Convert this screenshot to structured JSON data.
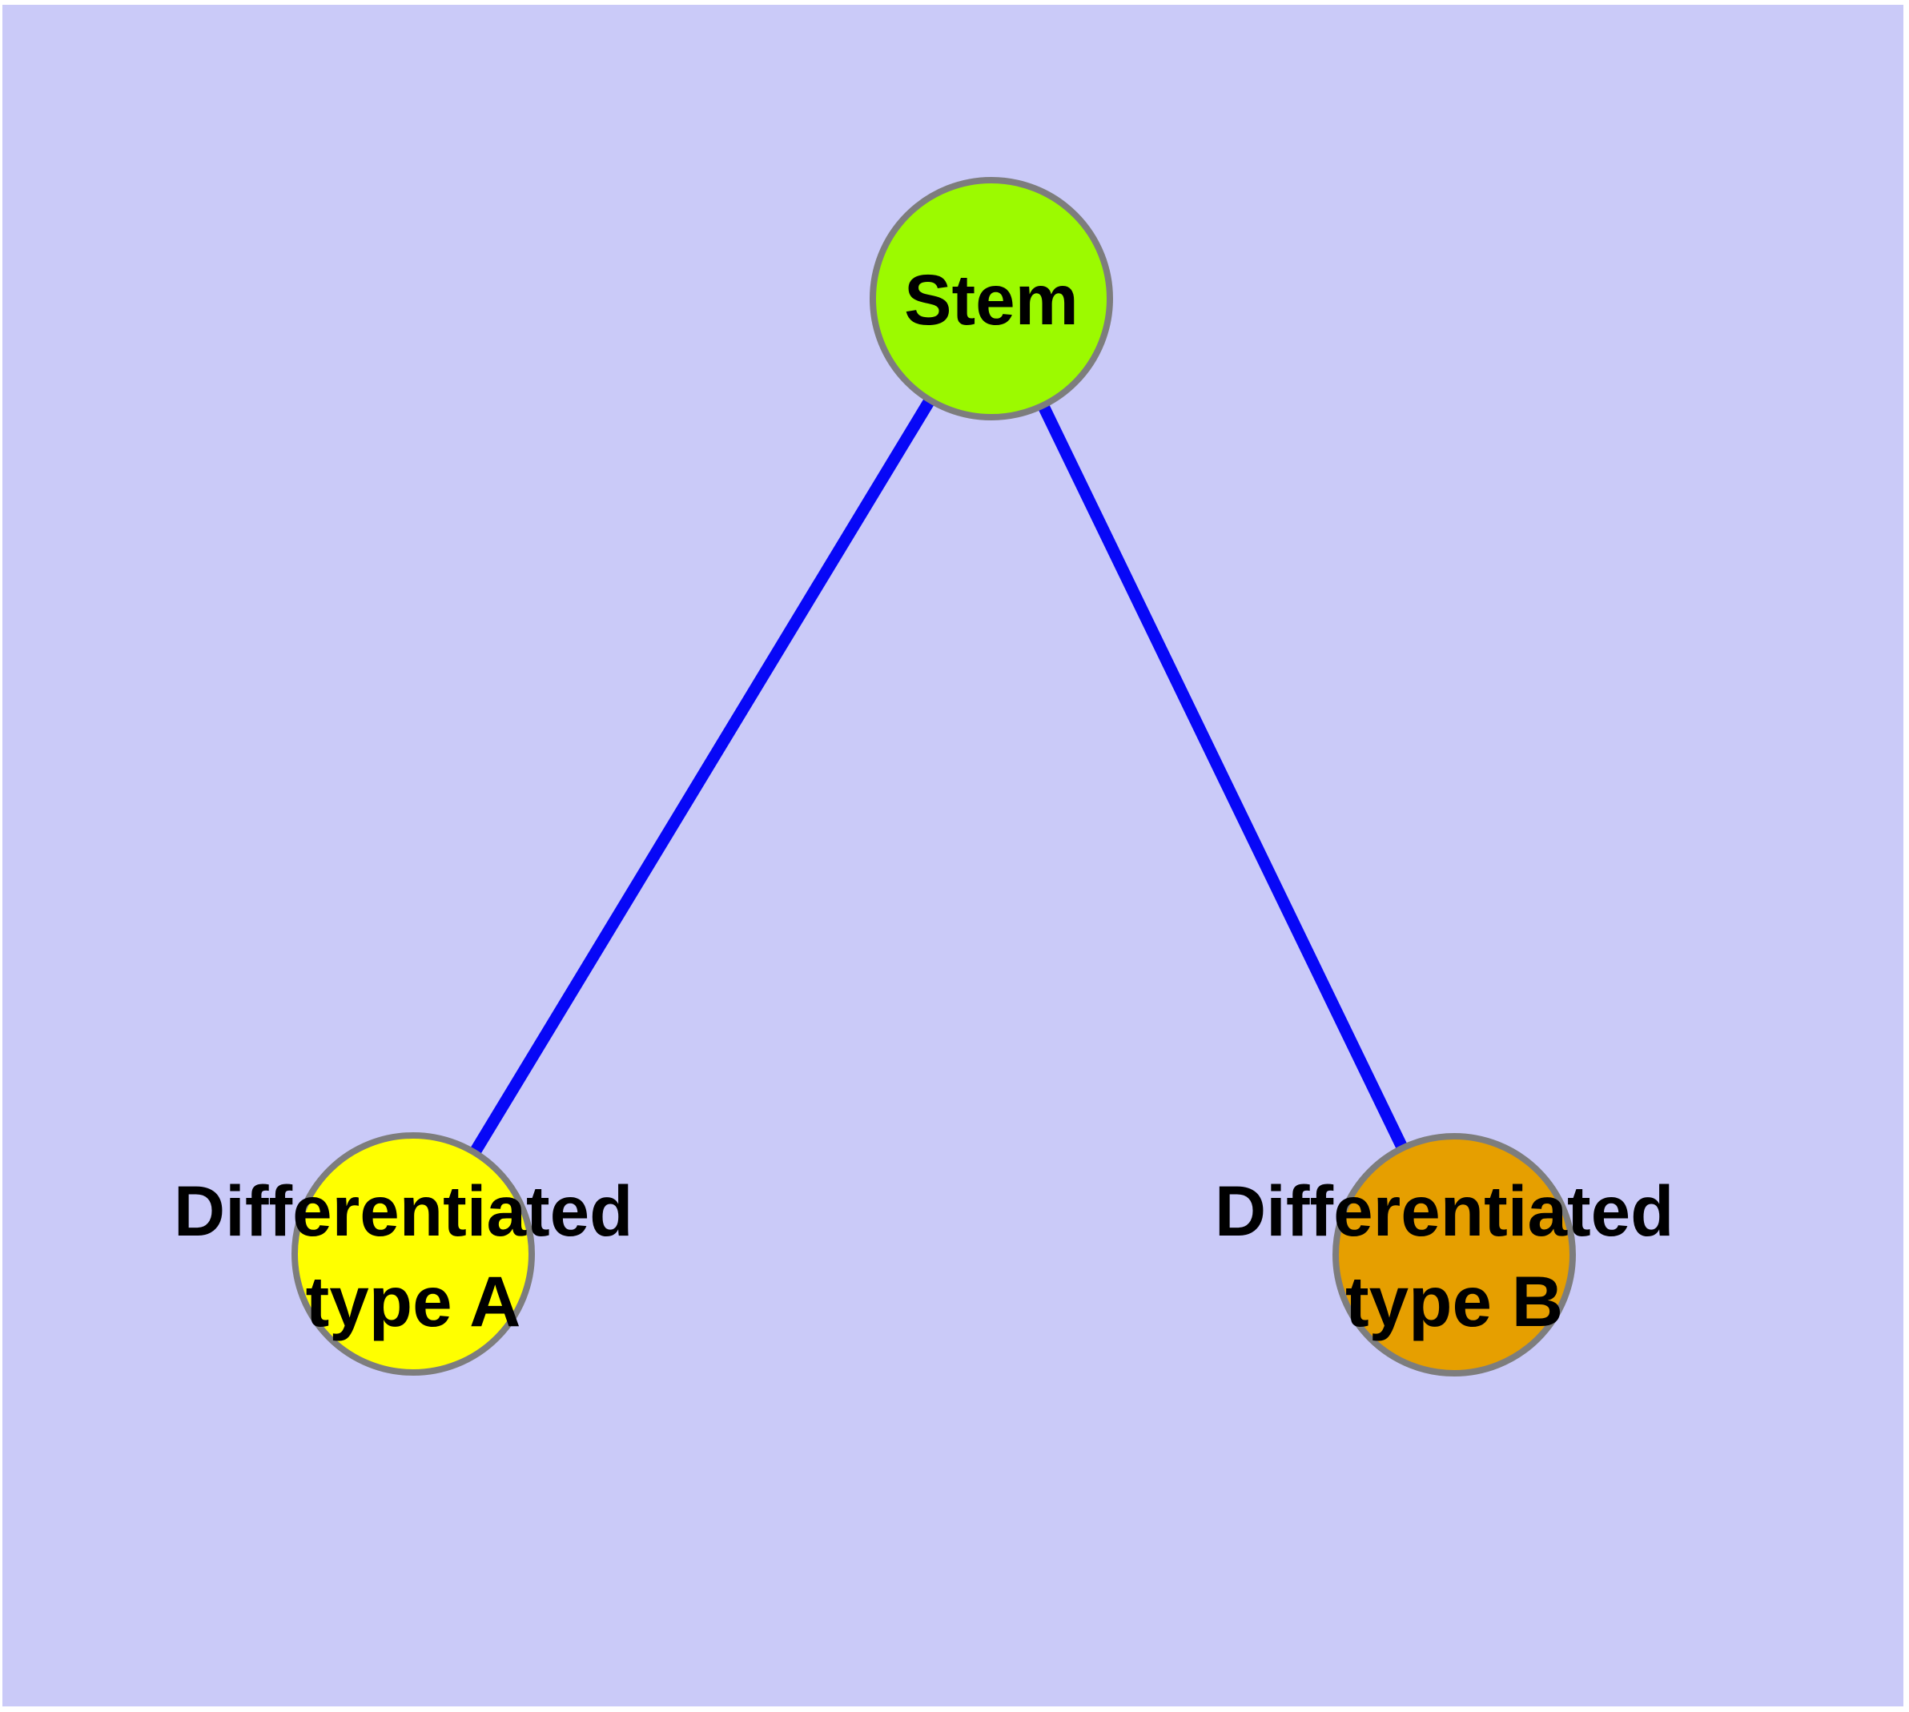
{
  "diagram": {
    "type": "graph",
    "colors": {
      "page_frame": "#ffffff",
      "background": "#cacaf8",
      "edge": "#0707f7",
      "node_border": "#7d7d7d",
      "label_text": "#000000"
    },
    "nodes": {
      "stem": {
        "label": "Stem",
        "fill": "#9cfa00"
      },
      "type_a": {
        "label_lines": [
          "Differentiated",
          "type A"
        ],
        "label": "Differentiated type A",
        "fill": "#ffff00"
      },
      "type_b": {
        "label_lines": [
          "Differentiated",
          "type B"
        ],
        "label": "Differentiated type B",
        "fill": "#e69f00"
      }
    },
    "edges": [
      {
        "from": "Stem",
        "to": "Differentiated type A"
      },
      {
        "from": "Stem",
        "to": "Differentiated type B"
      }
    ]
  }
}
